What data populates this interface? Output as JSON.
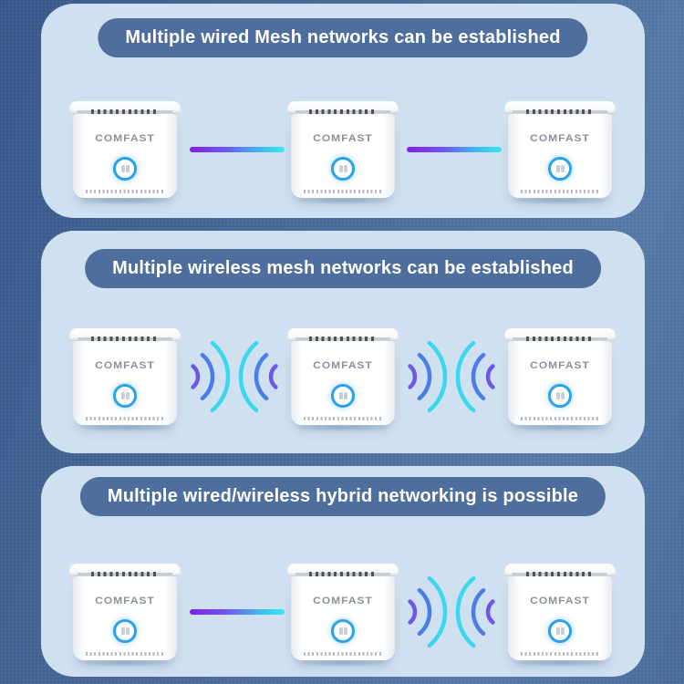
{
  "page": {
    "background_color": "#4a6b9c",
    "panel_color": "#cfe0f0",
    "title_pill_color": "#4e6f9e",
    "title_text_color": "#ffffff"
  },
  "device": {
    "brand": "COMFAST",
    "led_ring_color": "#2da1e6"
  },
  "connections": {
    "wired_gradient_start": "#831fe0",
    "wired_gradient_end": "#37e9f2",
    "wifi_arc_inner": "#6b58e5",
    "wifi_arc_middle": "#4b7de6",
    "wifi_arc_outer": "#3bd7ef"
  },
  "panels": [
    {
      "id": "wired-mesh",
      "title": "Multiple wired Mesh networks can be established",
      "devices": 3,
      "link_types": [
        "wired",
        "wired"
      ]
    },
    {
      "id": "wireless-mesh",
      "title": "Multiple wireless mesh networks can be established",
      "devices": 3,
      "link_types": [
        "wireless",
        "wireless"
      ]
    },
    {
      "id": "hybrid-mesh",
      "title": "Multiple wired/wireless hybrid networking is possible",
      "devices": 3,
      "link_types": [
        "wired",
        "wireless"
      ]
    }
  ]
}
